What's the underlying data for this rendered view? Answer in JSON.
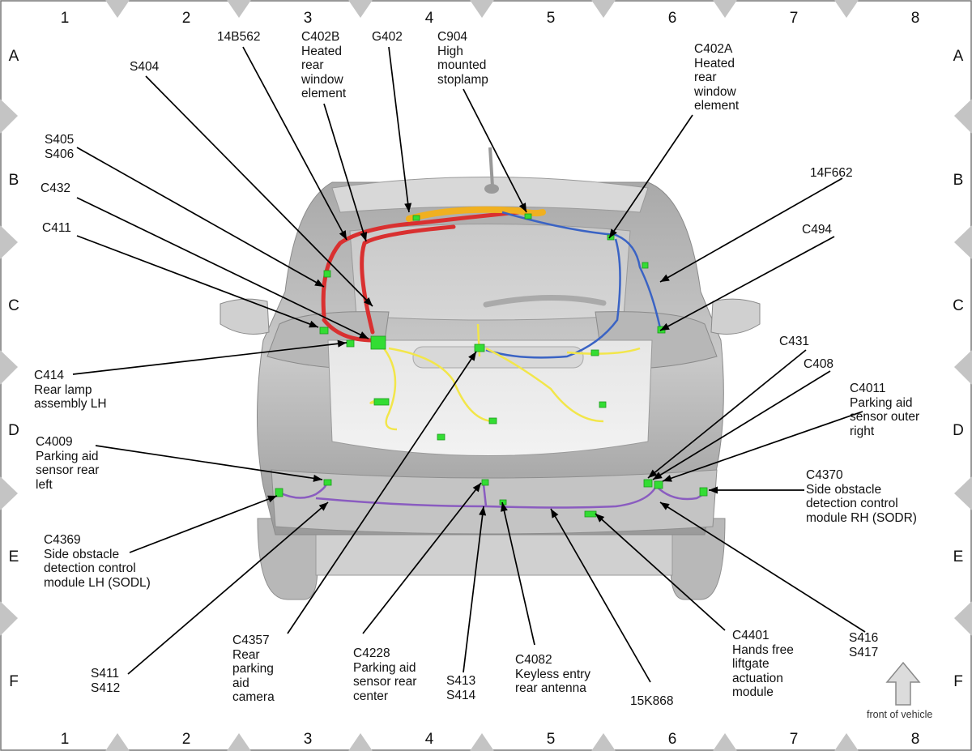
{
  "grid": {
    "columns": [
      "1",
      "2",
      "3",
      "4",
      "5",
      "6",
      "7",
      "8"
    ],
    "rows": [
      "A",
      "B",
      "C",
      "D",
      "E",
      "F"
    ]
  },
  "callouts": {
    "b14B562": [
      "14B562"
    ],
    "c402b": [
      "C402B",
      "Heated",
      "rear",
      "window",
      "element"
    ],
    "g402": [
      "G402"
    ],
    "c904": [
      "C904",
      "High",
      "mounted",
      "stoplamp"
    ],
    "s404": [
      "S404"
    ],
    "c402a": [
      "C402A",
      "Heated",
      "rear",
      "window",
      "element"
    ],
    "s405": [
      "S405",
      "S406"
    ],
    "f662": [
      "14F662"
    ],
    "c432": [
      "C432"
    ],
    "c411": [
      "C411"
    ],
    "c494": [
      "C494"
    ],
    "c414": [
      "C414",
      "Rear lamp",
      "assembly LH"
    ],
    "c431": [
      "C431"
    ],
    "c408": [
      "C408"
    ],
    "c4011": [
      "C4011",
      "Parking aid",
      "sensor outer",
      "right"
    ],
    "c4009": [
      "C4009",
      "Parking aid",
      "sensor rear",
      "left"
    ],
    "c4370": [
      "C4370",
      "Side obstacle",
      "detection control",
      "module RH (SODR)"
    ],
    "c4369": [
      "C4369",
      "Side obstacle",
      "detection control",
      "module LH (SODL)"
    ],
    "s416": [
      "S416",
      "S417"
    ],
    "c4357": [
      "C4357",
      "Rear",
      "parking",
      "aid",
      "camera"
    ],
    "c4228": [
      "C4228",
      "Parking aid",
      "sensor rear",
      "center"
    ],
    "c4082": [
      "C4082",
      "Keyless entry",
      "rear antenna"
    ],
    "c4401": [
      "C4401",
      "Hands free",
      "liftgate",
      "actuation",
      "module"
    ],
    "s411": [
      "S411",
      "S412"
    ],
    "s413": [
      "S413",
      "S414"
    ],
    "k868": [
      "15K868"
    ]
  },
  "legend": {
    "text": "front of vehicle",
    "icon": "up-arrow-icon"
  },
  "colors": {
    "harness_red": "#d93030",
    "harness_blue": "#3a63c4",
    "harness_yellow": "#f2e64a",
    "harness_orange": "#f0b020",
    "harness_purple": "#8a5cc0",
    "connector_green": "#33dd33",
    "body_gray": "#c8c8c8",
    "frame_gray": "#bdbdbd"
  }
}
